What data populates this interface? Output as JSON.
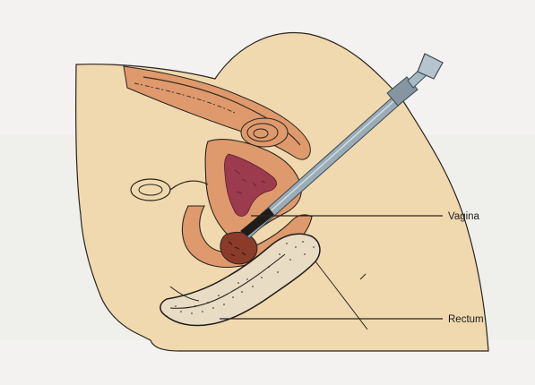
{
  "labels": {
    "vagina": "Vagina",
    "rectum": "Rectum"
  },
  "colors": {
    "background": "#f3f2f0",
    "body_tissue": "#f0d9ae",
    "organ_fill": "#de9a6c",
    "organ_dark": "#c97a4f",
    "uterine_cavity": "#9c3a4e",
    "instrument": "#9aacb7",
    "instrument_dark": "#5f7482",
    "stool": "#e9dcc4",
    "outline": "#1f1c1a"
  },
  "icons": {
    "instrument": "speculum-syringe-instrument",
    "ovary": "ovary-outline"
  }
}
